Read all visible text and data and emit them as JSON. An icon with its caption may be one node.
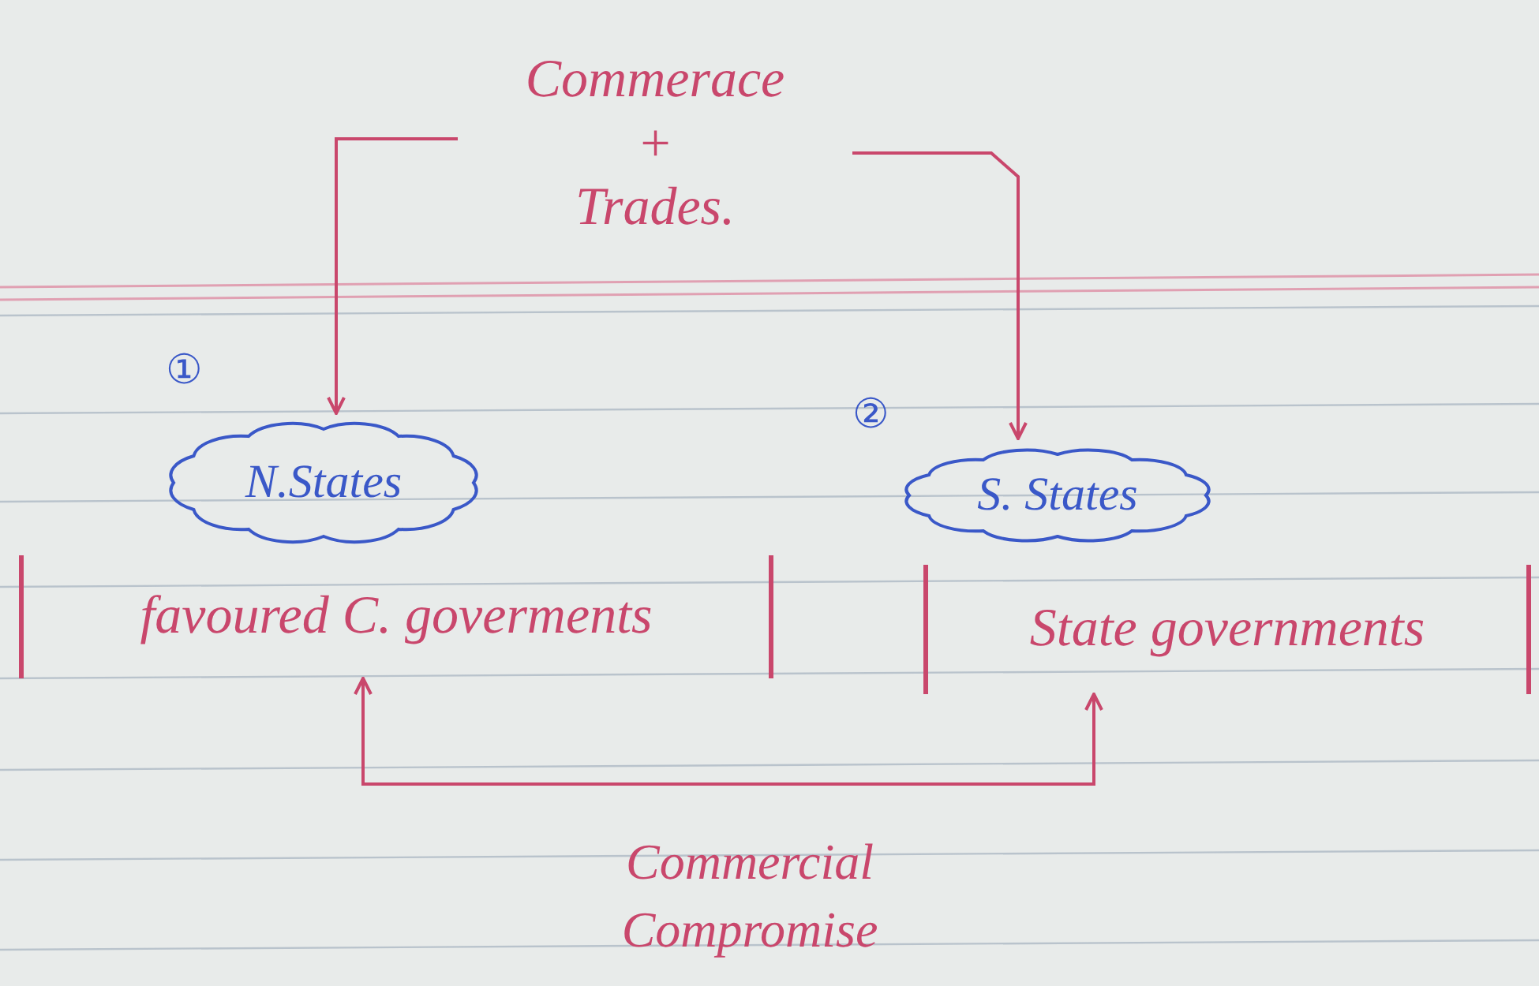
{
  "diagram": {
    "nodes": [
      {
        "text": [
          "Commerace",
          "+",
          "Trades."
        ]
      },
      {
        "text": [
          "N.States"
        ],
        "beside": [
          "①"
        ]
      },
      {
        "text": [
          "S. States"
        ],
        "beside": [
          "②"
        ]
      },
      {
        "text": [
          "favoured C. goverments"
        ]
      },
      {
        "text": [
          "State governments"
        ]
      }
    ],
    "edges": [
      {
        "from": 0,
        "to": 1,
        "arrow": "to"
      },
      {
        "from": 0,
        "to": 2,
        "arrow": "to"
      },
      {
        "from": 3,
        "to": 4,
        "arrow": "both",
        "label": "Commercial Compromise"
      }
    ]
  }
}
